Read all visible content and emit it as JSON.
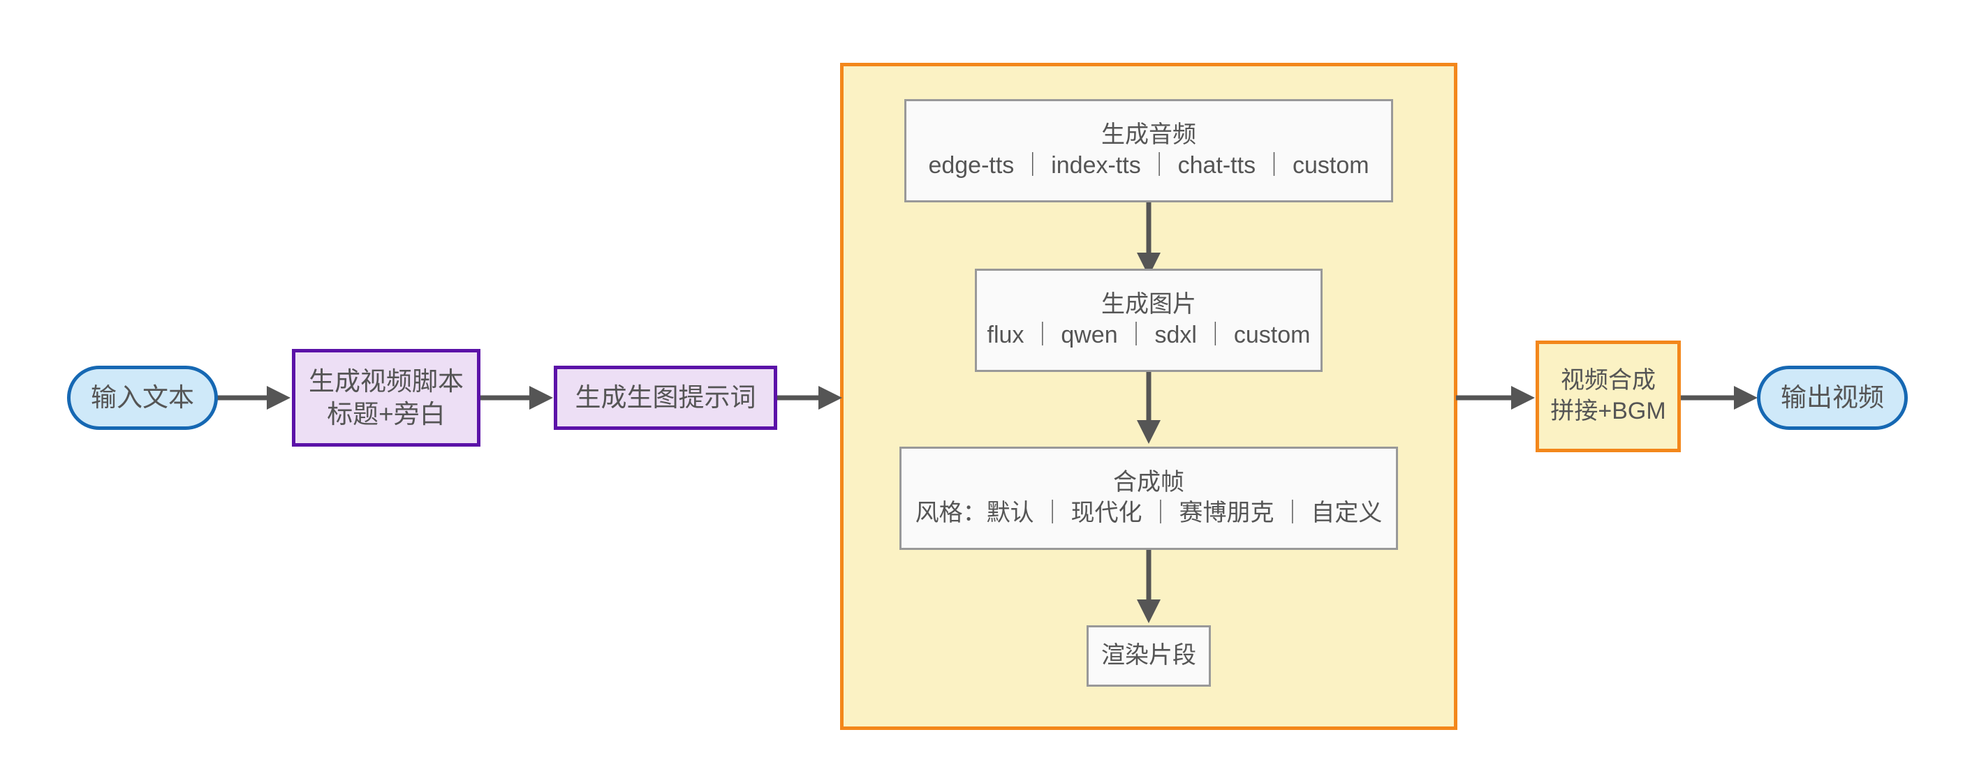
{
  "diagram": {
    "type": "flowchart",
    "orientation": "left-to-right",
    "background_color": "#ffffff",
    "text_color": "#555555",
    "connector_color": "#555555"
  },
  "nodes": {
    "input_text": {
      "label": "输入文本",
      "shape": "stadium",
      "fill": "#CFE9F9",
      "stroke": "#1668B3"
    },
    "gen_script": {
      "line1": "生成视频脚本",
      "line2": "标题+旁白",
      "shape": "rect",
      "fill": "#EDDFF5",
      "stroke": "#5B12A8"
    },
    "gen_prompt": {
      "label": "生成生图提示词",
      "shape": "rect",
      "fill": "#EDDFF5",
      "stroke": "#5B12A8"
    },
    "gen_audio": {
      "line1": "生成音频",
      "line2": "edge-tts ｜ index-tts ｜ chat-tts ｜ custom",
      "shape": "rect",
      "fill": "#FAFAFA",
      "stroke": "#999999"
    },
    "gen_image": {
      "line1": "生成图片",
      "line2": "flux ｜ qwen ｜ sdxl ｜ custom",
      "shape": "rect",
      "fill": "#FAFAFA",
      "stroke": "#999999"
    },
    "compose_frame": {
      "line1": "合成帧",
      "line2": "风格：默认 ｜ 现代化 ｜ 赛博朋克 ｜ 自定义",
      "shape": "rect",
      "fill": "#FAFAFA",
      "stroke": "#999999"
    },
    "render_clip": {
      "label": "渲染片段",
      "shape": "rect",
      "fill": "#FAFAFA",
      "stroke": "#999999"
    },
    "video_merge": {
      "line1": "视频合成",
      "line2": "拼接+BGM",
      "shape": "rect",
      "fill": "#FBF2C4",
      "stroke": "#F3871B"
    },
    "output_video": {
      "label": "输出视频",
      "shape": "stadium",
      "fill": "#CFE9F9",
      "stroke": "#1668B3"
    }
  },
  "subgraph": {
    "fill": "#FBF2C4",
    "stroke": "#F3871B"
  },
  "edges": [
    {
      "from": "input_text",
      "to": "gen_script"
    },
    {
      "from": "gen_script",
      "to": "gen_prompt"
    },
    {
      "from": "gen_prompt",
      "to": "subgraph"
    },
    {
      "from": "gen_audio",
      "to": "gen_image"
    },
    {
      "from": "gen_image",
      "to": "compose_frame"
    },
    {
      "from": "compose_frame",
      "to": "render_clip"
    },
    {
      "from": "subgraph",
      "to": "video_merge"
    },
    {
      "from": "video_merge",
      "to": "output_video"
    }
  ]
}
